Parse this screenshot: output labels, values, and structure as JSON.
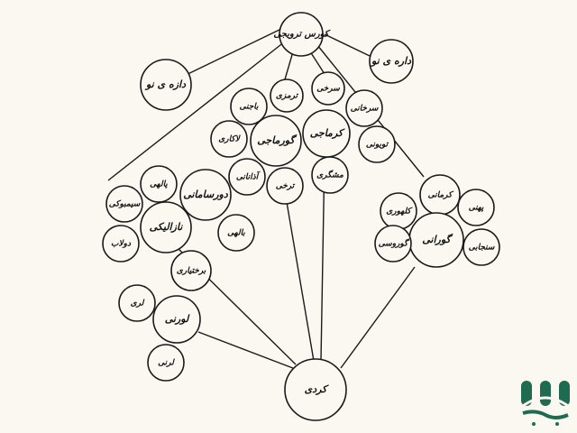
{
  "diagram": {
    "nodes": {
      "root": "کورس ترویجی",
      "dazehnow_left": "دازه ی نو",
      "dazehnow_right": "داره ی نو",
      "tormezi": "ترمزی",
      "sorkhi": "سرخی",
      "bajeni": "باجنی",
      "sorkhani": "سرخانی",
      "kormaj": "کرماجی",
      "gormaji": "گورماجی",
      "lakari": "لاکاری",
      "torkhi": "ترخی",
      "azanani": "آذانانی",
      "toyoni": "تویونی",
      "mishkini": "مشگری",
      "paleh": "پالهی",
      "simboki": "سیمبوکی",
      "dorsamani": "دورسامانی",
      "nazaleiki": "نازالیکی",
      "baleh": "بالهی",
      "dolab": "دولاب",
      "karmani": "کرمانی",
      "kalhori": "کلهوری",
      "pahni": "پهنی",
      "gorani": "گورانی",
      "gorvani": "گوروسی",
      "sinjabi": "سنجابی",
      "bakhtiari": "برختیاری",
      "lori": "لری",
      "loroni": "لورنی",
      "larni": "لرنی",
      "kordi": "کردی"
    }
  }
}
